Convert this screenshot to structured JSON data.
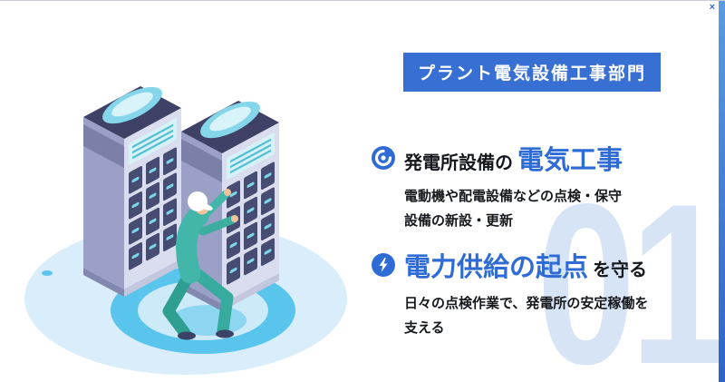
{
  "close": {
    "label": "×"
  },
  "badge": {
    "label": "プラント電気設備工事部門"
  },
  "points": [
    {
      "icon": "power-circle-icon",
      "prefix": "発電所設備の",
      "highlight": "電気工事",
      "desc": [
        "電動機や配電設備などの点検・保守",
        "設備の新設・更新"
      ]
    },
    {
      "icon": "lightning-bolt-icon",
      "highlight": "電力供給の起点",
      "suffix": "を守る",
      "desc": [
        "日々の点検作業で、発電所の安定稼働を",
        "支える"
      ]
    }
  ],
  "watermark": "01",
  "colors": {
    "accent_blue": "#2e6bd4",
    "badge_blue": "#386fd3",
    "watermark_blue": "#d6e4f6",
    "edge_strip_blue": "#3f7ad6",
    "floor_blue": "#5ac5ec",
    "uniform_teal": "#42b7a9",
    "cabinet_navy": "#3f4266"
  }
}
